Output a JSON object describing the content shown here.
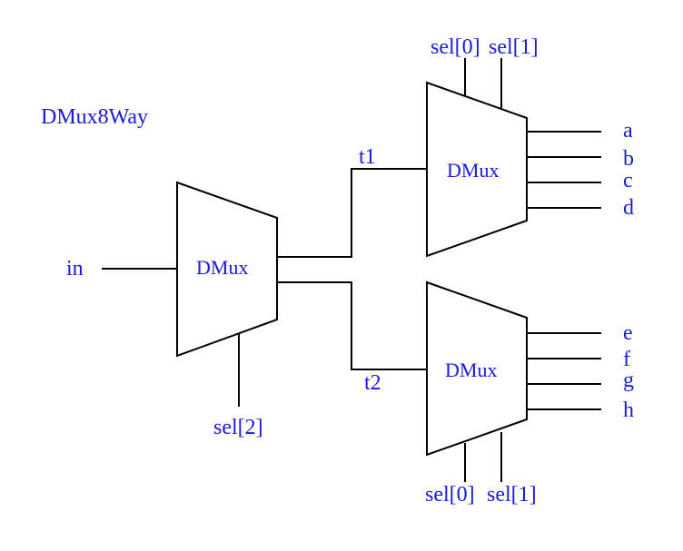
{
  "title": "DMux8Way",
  "ink_color": "#000000",
  "label_color": "#1a1adf",
  "input_label": "in",
  "blocks": {
    "main": "DMux",
    "upper": "DMux",
    "lower": "DMux"
  },
  "wires": {
    "t1": "t1",
    "t2": "t2"
  },
  "selects": {
    "main": "sel[2]",
    "upper": [
      "sel[0]",
      "sel[1]"
    ],
    "lower": [
      "sel[0]",
      "sel[1]"
    ]
  },
  "outputs": {
    "upper": [
      "a",
      "b",
      "c",
      "d"
    ],
    "lower": [
      "e",
      "f",
      "g",
      "h"
    ]
  }
}
